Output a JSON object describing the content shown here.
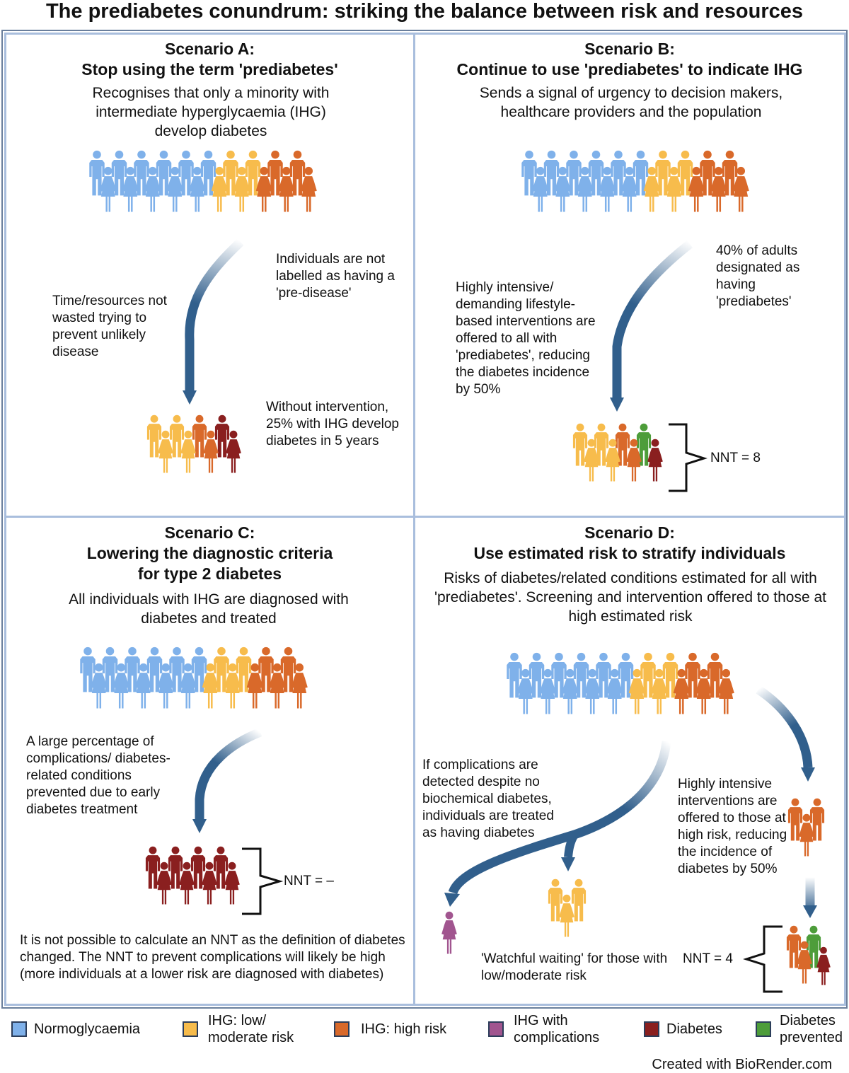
{
  "title": "The prediabetes conundrum: striking the balance between risk and resources",
  "colors": {
    "normo": "#7fb1ea",
    "low": "#f7bc4c",
    "high": "#d9692a",
    "complications": "#a1558f",
    "diabetes": "#8a1f1f",
    "prevented": "#4d9d3a",
    "arrow": "#315f8c",
    "panel_border": "#a9bedd"
  },
  "panels": {
    "a": {
      "title_line1": "Scenario A:",
      "title_line2": "Stop using the term 'prediabetes'",
      "desc": "Recognises that only a minority with intermediate hyperglycaemia (IHG) develop diabetes",
      "note_right": "Individuals are not labelled as having a 'pre-disease'",
      "note_left": "Time/resources not wasted trying to prevent unlikely disease",
      "note_bottom": "Without intervention, 25% with IHG develop diabetes in 5 years"
    },
    "b": {
      "title_line1": "Scenario B:",
      "title_line2": "Continue to use 'prediabetes' to indicate IHG",
      "desc": "Sends a signal of urgency to decision makers, healthcare providers and the population",
      "note_right": "40% of adults designated as having 'prediabetes'",
      "note_left": "Highly intensive/ demanding lifestyle-based interventions are offered to all with 'prediabetes', reducing the diabetes incidence by 50%",
      "nnt": "NNT = 8"
    },
    "c": {
      "title_line1": "Scenario C:",
      "title_line2": "Lowering the diagnostic criteria",
      "title_line3": "for type 2 diabetes",
      "desc": "All individuals with IHG are diagnosed with diabetes and treated",
      "note_left": "A large percentage of complications/ diabetes-related conditions prevented due to early diabetes treatment",
      "nnt": "NNT = –",
      "note_bottom": "It is not possible to calculate an NNT as the definition of diabetes changed. The NNT to prevent complications will likely be high (more individuals at a lower risk are diagnosed with diabetes)"
    },
    "d": {
      "title_line1": "Scenario D:",
      "title_line2": "Use estimated risk to stratify individuals",
      "desc": "Risks of diabetes/related conditions estimated for all with 'prediabetes'. Screening and intervention offered to those at high estimated risk",
      "note_left": "If complications are detected despite no biochemical diabetes, individuals are treated as having diabetes",
      "note_right": "Highly intensive interventions are offered to those at high risk, reducing the incidence of diabetes by 50%",
      "note_bottom": "'Watchful waiting' for those with low/moderate risk",
      "nnt": "NNT = 4"
    }
  },
  "legend": [
    {
      "label": "Normoglycaemia",
      "color": "#7fb1ea"
    },
    {
      "label": "IHG: low/ moderate risk",
      "color": "#f7bc4c"
    },
    {
      "label": "IHG: high risk",
      "color": "#d9692a"
    },
    {
      "label": "IHG with complications",
      "color": "#a1558f"
    },
    {
      "label": "Diabetes",
      "color": "#8a1f1f"
    },
    {
      "label": "Diabetes prevented",
      "color": "#4d9d3a"
    }
  ],
  "credit": "Created with BioRender.com"
}
